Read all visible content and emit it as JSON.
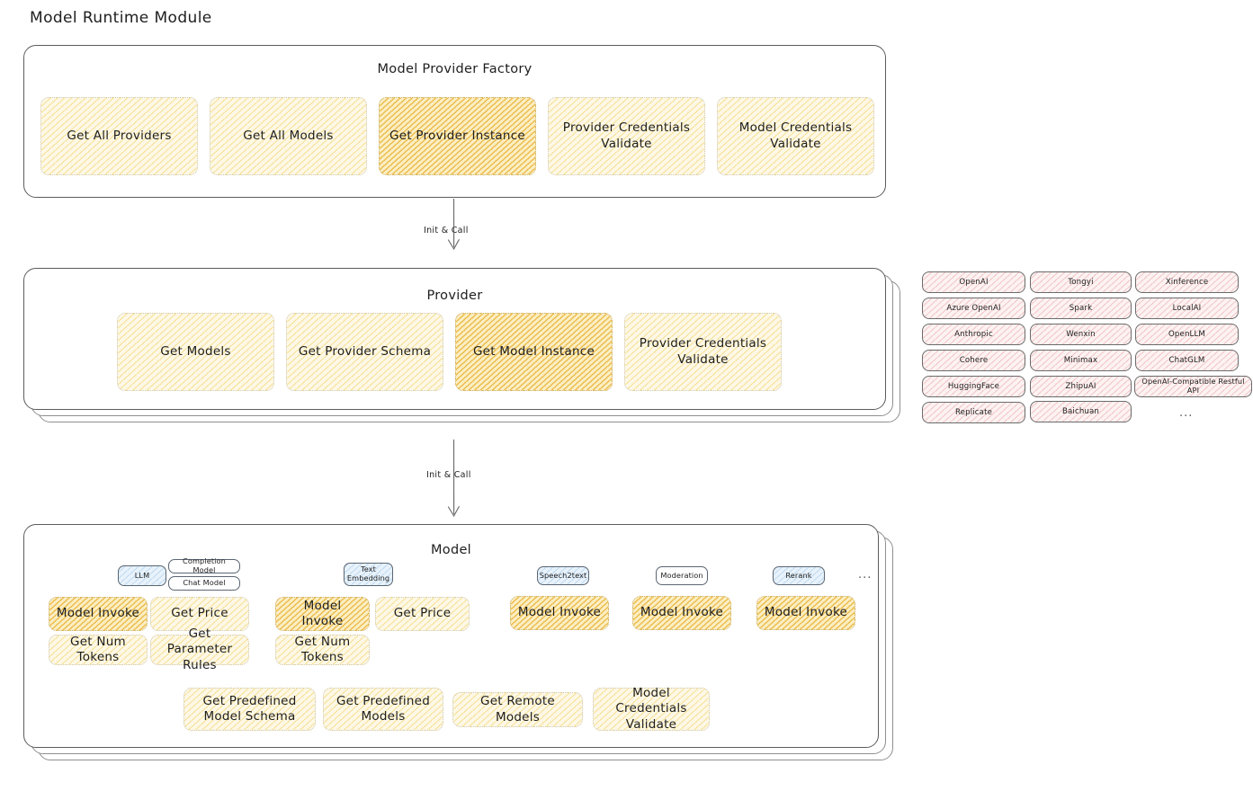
{
  "page": {
    "title": "Model Runtime Module"
  },
  "factory": {
    "title": "Model Provider Factory",
    "boxes": [
      {
        "label": "Get All Providers",
        "highlight": false
      },
      {
        "label": "Get All Models",
        "highlight": false
      },
      {
        "label": "Get Provider Instance",
        "highlight": true
      },
      {
        "label": "Provider Credentials Validate",
        "highlight": false
      },
      {
        "label": "Model Credentials Validate",
        "highlight": false
      }
    ]
  },
  "connectors": [
    {
      "label": "Init & Call"
    },
    {
      "label": "Init & Call"
    }
  ],
  "provider": {
    "title": "Provider",
    "boxes": [
      {
        "label": "Get Models",
        "highlight": false
      },
      {
        "label": "Get Provider Schema",
        "highlight": false
      },
      {
        "label": "Get Model Instance",
        "highlight": true
      },
      {
        "label": "Provider Credentials Validate",
        "highlight": false
      }
    ]
  },
  "provider_list": {
    "columns": [
      [
        "OpenAI",
        "Azure OpenAI",
        "Anthropic",
        "Cohere",
        "HuggingFace",
        "Replicate"
      ],
      [
        "Tongyi",
        "Spark",
        "Wenxin",
        "Minimax",
        "ZhipuAI",
        "Baichuan"
      ],
      [
        "Xinference",
        "LocalAI",
        "OpenLLM",
        "ChatGLM",
        "OpenAI-Compatible Restful API"
      ]
    ],
    "more": "..."
  },
  "model": {
    "title": "Model",
    "more": "...",
    "types": [
      {
        "name": "LLM",
        "sub": [
          "Completion Model",
          "Chat Model"
        ],
        "methods": [
          {
            "label": "Model Invoke",
            "highlight": true
          },
          {
            "label": "Get Price",
            "highlight": false
          },
          {
            "label": "Get Num Tokens",
            "highlight": false
          },
          {
            "label": "Get Parameter Rules",
            "highlight": false
          }
        ]
      },
      {
        "name": "Text Embedding",
        "sub": [],
        "methods": [
          {
            "label": "Model Invoke",
            "highlight": true
          },
          {
            "label": "Get Price",
            "highlight": false
          },
          {
            "label": "Get Num Tokens",
            "highlight": false
          }
        ]
      },
      {
        "name": "Speech2text",
        "sub": [],
        "methods": [
          {
            "label": "Model Invoke",
            "highlight": false
          }
        ]
      },
      {
        "name": "Moderation",
        "sub": [],
        "methods": [
          {
            "label": "Model Invoke",
            "highlight": false
          }
        ]
      },
      {
        "name": "Rerank",
        "sub": [],
        "methods": [
          {
            "label": "Model Invoke",
            "highlight": false
          }
        ]
      }
    ],
    "common_methods": [
      "Get Predefined Model Schema",
      "Get Predefined Models",
      "Get Remote Models",
      "Model Credentials Validate"
    ]
  },
  "colors": {
    "highlight_fill": "#f2c94c",
    "light_fill": "#fdf8e6",
    "provider_pill": "#fdf2f2",
    "model_badge": "#e8f2fb",
    "stroke": "#1e1e1e"
  }
}
